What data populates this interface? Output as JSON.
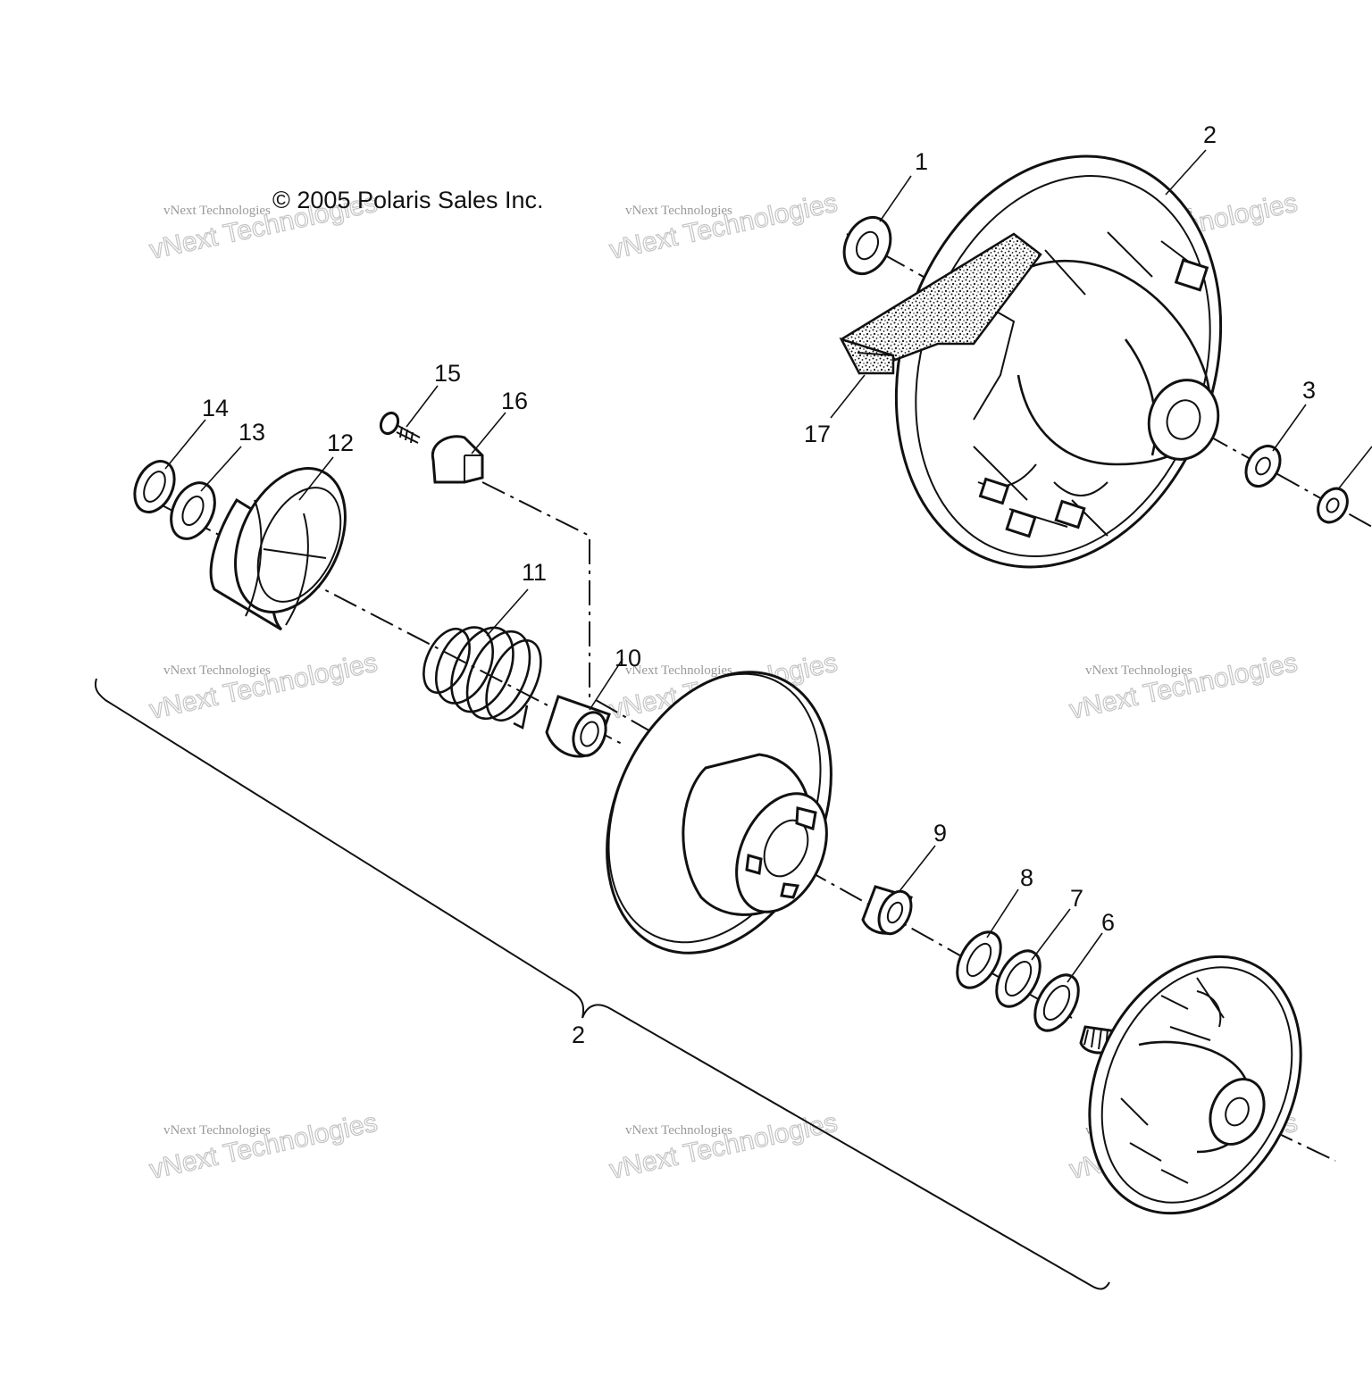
{
  "copyright": "© 2005 Polaris Sales Inc.",
  "watermark": {
    "line1": "vNext Technologies",
    "line2": "vNext Technologies",
    "brand": "vNext"
  },
  "callouts": {
    "p1": "1",
    "p2_top": "2",
    "p3": "3",
    "p6": "6",
    "p7": "7",
    "p8": "8",
    "p9": "9",
    "p10": "10",
    "p11": "11",
    "p12": "12",
    "p13": "13",
    "p14": "14",
    "p15": "15",
    "p16": "16",
    "p17": "17",
    "p2_bracket": "2"
  }
}
